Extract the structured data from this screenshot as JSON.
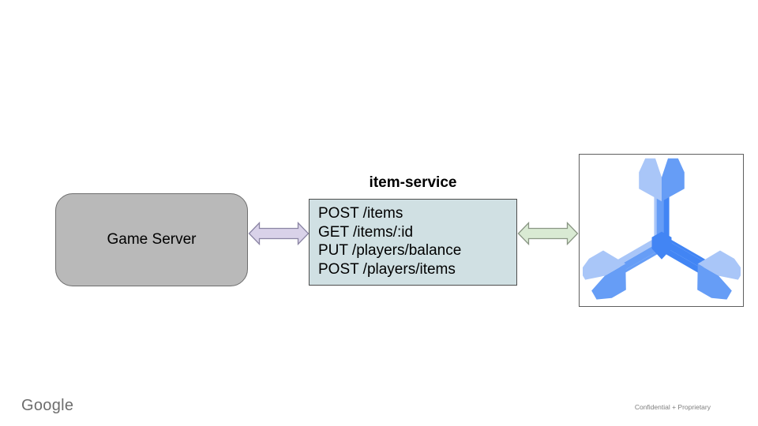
{
  "slide": {
    "footer": {
      "logo_text": "Google",
      "confidential_text": "Confidential + Proprietary"
    },
    "diagram": {
      "game_server": {
        "label": "Game Server",
        "fill": "#b9b9b9",
        "border": "#6e6e6e"
      },
      "item_service": {
        "title": "item-service",
        "fill": "#d0e0e3",
        "border": "#4d4d4d",
        "endpoints": [
          "POST /items",
          "GET /items/:id",
          "PUT /players/balance",
          "POST /players/items"
        ]
      },
      "arrow_left": {
        "connects": "game-server to item-service",
        "direction": "bidirectional",
        "fill": "#d9d2e9",
        "stroke": "#8a84a3"
      },
      "arrow_right": {
        "connects": "item-service to database",
        "direction": "bidirectional",
        "fill": "#d9ead3",
        "stroke": "#8a9684"
      },
      "database": {
        "icon": "cloud-spanner-icon",
        "border": "#5f5f5f",
        "colors": {
          "light": "#a9c6f8",
          "medium": "#669df6",
          "dark": "#4285f4"
        }
      }
    }
  }
}
